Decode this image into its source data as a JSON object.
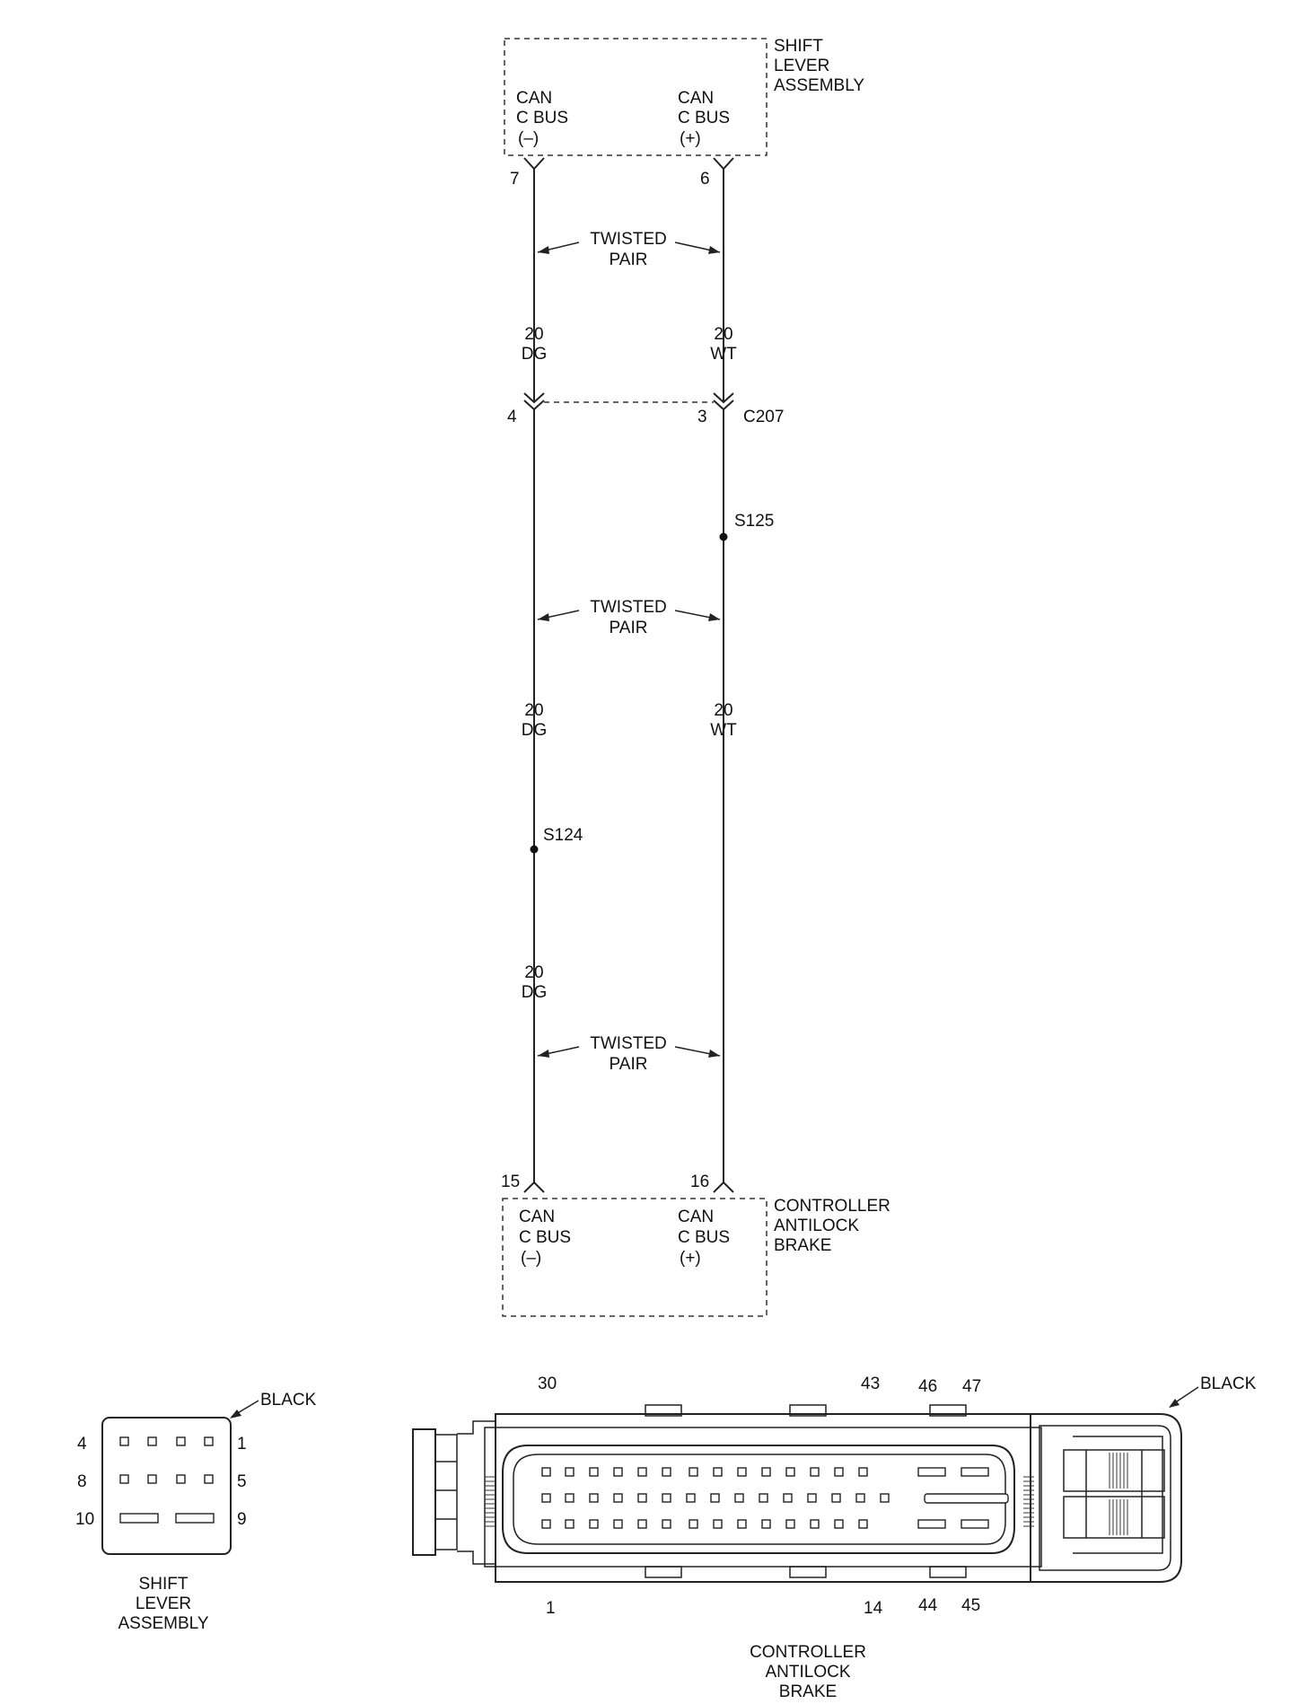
{
  "shift_lever_module": {
    "title_lines": [
      "SHIFT",
      "LEVER",
      "ASSEMBLY"
    ],
    "pin_neg": {
      "lines": [
        "CAN",
        "C BUS",
        "(–)"
      ],
      "number": "7"
    },
    "pin_pos": {
      "lines": [
        "CAN",
        "C BUS",
        "(+)"
      ],
      "number": "6"
    }
  },
  "twisted_pair_label": [
    "TWISTED",
    "PAIR"
  ],
  "wire_dg": [
    "20",
    "DG"
  ],
  "wire_wt": [
    "20",
    "WT"
  ],
  "connector_c207": {
    "name": "C207",
    "pin_left": "4",
    "pin_right": "3"
  },
  "splices": {
    "s125": "S125",
    "s124": "S124"
  },
  "abs_module": {
    "title_lines": [
      "CONTROLLER",
      "ANTILOCK",
      "BRAKE"
    ],
    "pin_neg": {
      "lines": [
        "CAN",
        "C BUS",
        "(–)"
      ],
      "number": "15"
    },
    "pin_pos": {
      "lines": [
        "CAN",
        "C BUS",
        "(+)"
      ],
      "number": "16"
    }
  },
  "shift_connector_view": {
    "color": "BLACK",
    "pins": {
      "top_left": "4",
      "top_right": "1",
      "mid_left": "8",
      "mid_right": "5",
      "bot_left": "10",
      "bot_right": "9"
    },
    "caption_lines": [
      "SHIFT",
      "LEVER",
      "ASSEMBLY"
    ]
  },
  "abs_connector_view": {
    "color": "BLACK",
    "pins": {
      "p30": "30",
      "p43": "43",
      "p46": "46",
      "p47": "47",
      "p1": "1",
      "p14": "14",
      "p44": "44",
      "p45": "45"
    },
    "caption_lines": [
      "CONTROLLER",
      "ANTILOCK",
      "BRAKE"
    ]
  }
}
